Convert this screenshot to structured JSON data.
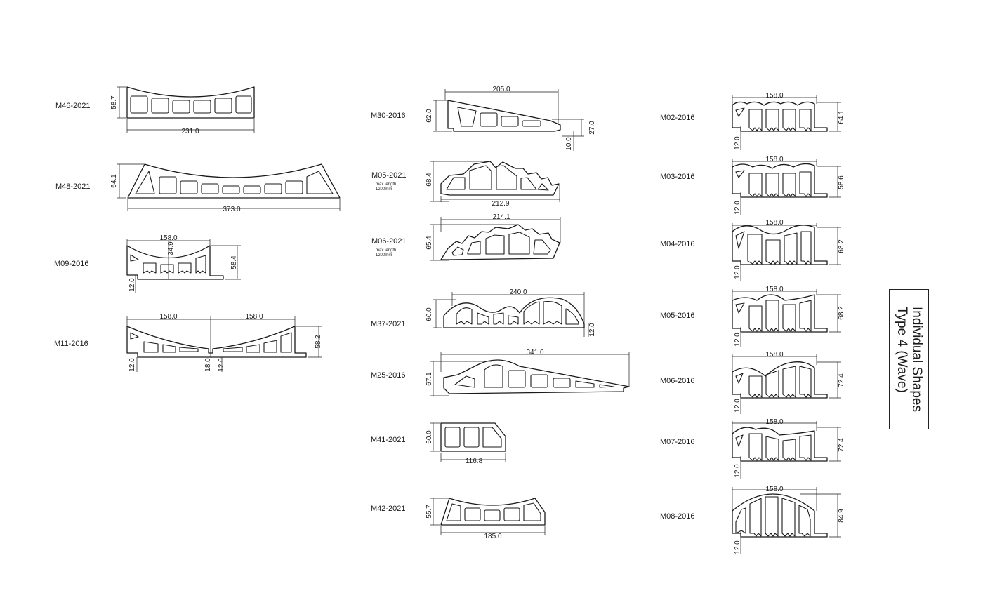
{
  "title": {
    "line1": "Individual Shapes",
    "line2": "Type 4 (Wave)"
  },
  "profiles": {
    "m46_2021": {
      "code": "M46-2021",
      "dims": [
        "58.7",
        "231.0"
      ]
    },
    "m48_2021": {
      "code": "M48-2021",
      "dims": [
        "64.1",
        "373.0"
      ]
    },
    "m09_2016": {
      "code": "M09-2016",
      "dims": [
        "158.0",
        "34.9",
        "58.4",
        "12.0"
      ]
    },
    "m11_2016": {
      "code": "M11-2016",
      "dims": [
        "158.0",
        "158.0",
        "58.2",
        "12.0",
        "18.0",
        "12.0"
      ]
    },
    "m30_2016": {
      "code": "M30-2016",
      "dims": [
        "205.0",
        "62.0",
        "27.0",
        "10.0"
      ]
    },
    "m05_2021": {
      "code": "M05-2021",
      "note": "max.length 1200mm",
      "dims": [
        "68.4",
        "212.9"
      ]
    },
    "m06_2021": {
      "code": "M06-2021",
      "note": "max.length 1200mm",
      "dims": [
        "214.1",
        "65.4"
      ]
    },
    "m37_2021": {
      "code": "M37-2021",
      "dims": [
        "240.0",
        "60.0",
        "12.0"
      ]
    },
    "m25_2016": {
      "code": "M25-2016",
      "dims": [
        "341.0",
        "67.1"
      ]
    },
    "m41_2021": {
      "code": "M41-2021",
      "dims": [
        "50.0",
        "116.8"
      ]
    },
    "m42_2021": {
      "code": "M42-2021",
      "dims": [
        "55.7",
        "185.0"
      ]
    },
    "m02_2016": {
      "code": "M02-2016",
      "dims": [
        "158.0",
        "64.1",
        "12.0"
      ]
    },
    "m03_2016": {
      "code": "M03-2016",
      "dims": [
        "158.0",
        "58.6",
        "12.0"
      ]
    },
    "m04_2016": {
      "code": "M04-2016",
      "dims": [
        "158.0",
        "68.2",
        "12.0"
      ]
    },
    "m05_2016": {
      "code": "M05-2016",
      "dims": [
        "158.0",
        "68.2",
        "12.0"
      ]
    },
    "m06_2016": {
      "code": "M06-2016",
      "dims": [
        "158.0",
        "72.4",
        "12.0"
      ]
    },
    "m07_2016": {
      "code": "M07-2016",
      "dims": [
        "158.0",
        "72.4",
        "12.0"
      ]
    },
    "m08_2016": {
      "code": "M08-2016",
      "dims": [
        "158.0",
        "84.9",
        "12.0"
      ]
    }
  }
}
